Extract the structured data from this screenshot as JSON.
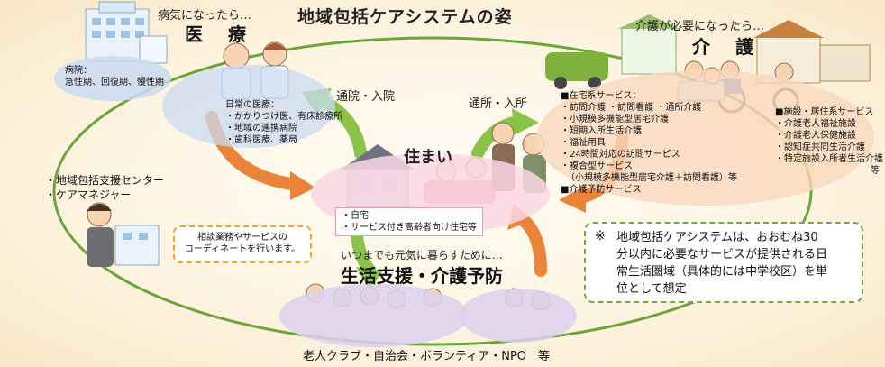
{
  "title": "地域包括ケアシステムの姿",
  "medical": {
    "lead": "病気になったら…",
    "heading": "医　療",
    "hospital_title": "病院：",
    "hospital_detail": "急性期、回復期、慢性期",
    "daily_title": "日常の医療：",
    "daily_items": [
      "・かかりつけ医、有床診療所",
      "・地域の連携病院",
      "・歯科医療、薬局"
    ]
  },
  "care": {
    "lead": "介護が必要になったら…",
    "heading": "介　護",
    "home_title": "■在宅系サービス：",
    "home_items": [
      "・訪問介護 ・訪問看護 ・通所介護",
      "・小規模多機能型居宅介護",
      "・短期入所生活介護",
      "・福祉用具",
      "・24時間対応の訪問サービス",
      "・複合型サービス",
      "（小規模多機能型居宅介護＋訪問看護）等"
    ],
    "prevention_title": "■介護予防サービス",
    "facility_title": "■施設・居住系サービス",
    "facility_items": [
      "・介護老人福祉施設",
      "・介護老人保健施設",
      "・認知症共同生活介護",
      "・特定施設入所者生活介護"
    ],
    "facility_etc": "等"
  },
  "arrows": {
    "hospital_visit": "通院・入院",
    "care_visit": "通所・入所"
  },
  "home": {
    "heading": "住まい",
    "items": [
      "・自宅",
      "・サービス付き高齢者向け住宅等"
    ]
  },
  "center": {
    "items": [
      "・地域包括支援センター",
      "・ケアマネジャー"
    ],
    "callout_line1": "相談業務やサービスの",
    "callout_line2": "コーディネートを行います。"
  },
  "life": {
    "lead": "いつまでも元気に暮らすために…",
    "heading": "生活支援・介護予防",
    "footer": "老人クラブ・自治会・ボランティア・NPO　等"
  },
  "note": {
    "mark": "※",
    "lines": [
      "地域包括ケアシステムは、おおむね30",
      "分以内に必要なサービスが提供される日",
      "常生活圏域（具体的には中学校区）を単",
      "位として想定"
    ]
  },
  "colors": {
    "medical_blob": "#c9dbf1",
    "care_blob": "#f9d8bd",
    "home_blob": "#fad7e3",
    "life_blob": "#ddd0ee",
    "ring": "#6aa63a",
    "arrow_orange": "#e9843a",
    "arrow_green": "#8bc34a"
  },
  "icons": [
    "hospital-icon",
    "doctor-icon",
    "nurse-icon",
    "care-facility-icon",
    "wheelchair-icon",
    "house-icon",
    "family-icon",
    "care-manager-icon",
    "seniors-group-icon"
  ]
}
